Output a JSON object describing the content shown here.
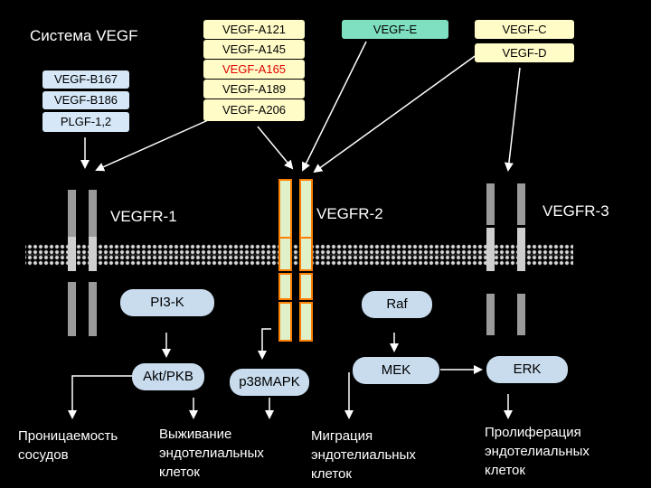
{
  "title": "Система VEGF",
  "ligands": {
    "b_group": [
      "VEGF-B167",
      "VEGF-B186",
      "PLGF-1,2"
    ],
    "a_group": [
      "VEGF-A121",
      "VEGF-A145",
      "VEGF-A165",
      "VEGF-A189",
      "VEGF-A206"
    ],
    "a_highlight_index": 2,
    "e": "VEGF-E",
    "cd": [
      "VEGF-C",
      "VEGF-D"
    ]
  },
  "receptors": {
    "r1": "VEGFR-1",
    "r2": "VEGFR-2",
    "r3": "VEGFR-3"
  },
  "signaling": {
    "pi3k": "PI3-K",
    "raf": "Raf",
    "akt": "Akt/PKB",
    "p38": "p38MAPK",
    "mek": "MEK",
    "erk": "ERK"
  },
  "outcomes": {
    "permeability": [
      "Проницаемость",
      "сосудов"
    ],
    "survival": [
      "Выживание",
      "эндотелиальных",
      "клеток"
    ],
    "migration": [
      "Миграция",
      "эндотелиальных",
      "клеток"
    ],
    "proliferation": [
      "Пролиферация",
      "эндотелиальных",
      "клеток"
    ]
  },
  "colors": {
    "background": "#000000",
    "yellow_box": "#fffcc8",
    "blue_box": "#d6e8f8",
    "green_box": "#7ee0c0",
    "pill": "#c8dcee",
    "receptor_grey": "#9a9a9a",
    "receptor_green": "#e0f0c8",
    "receptor_border": "#ff8000",
    "highlight_text": "#e00000"
  }
}
